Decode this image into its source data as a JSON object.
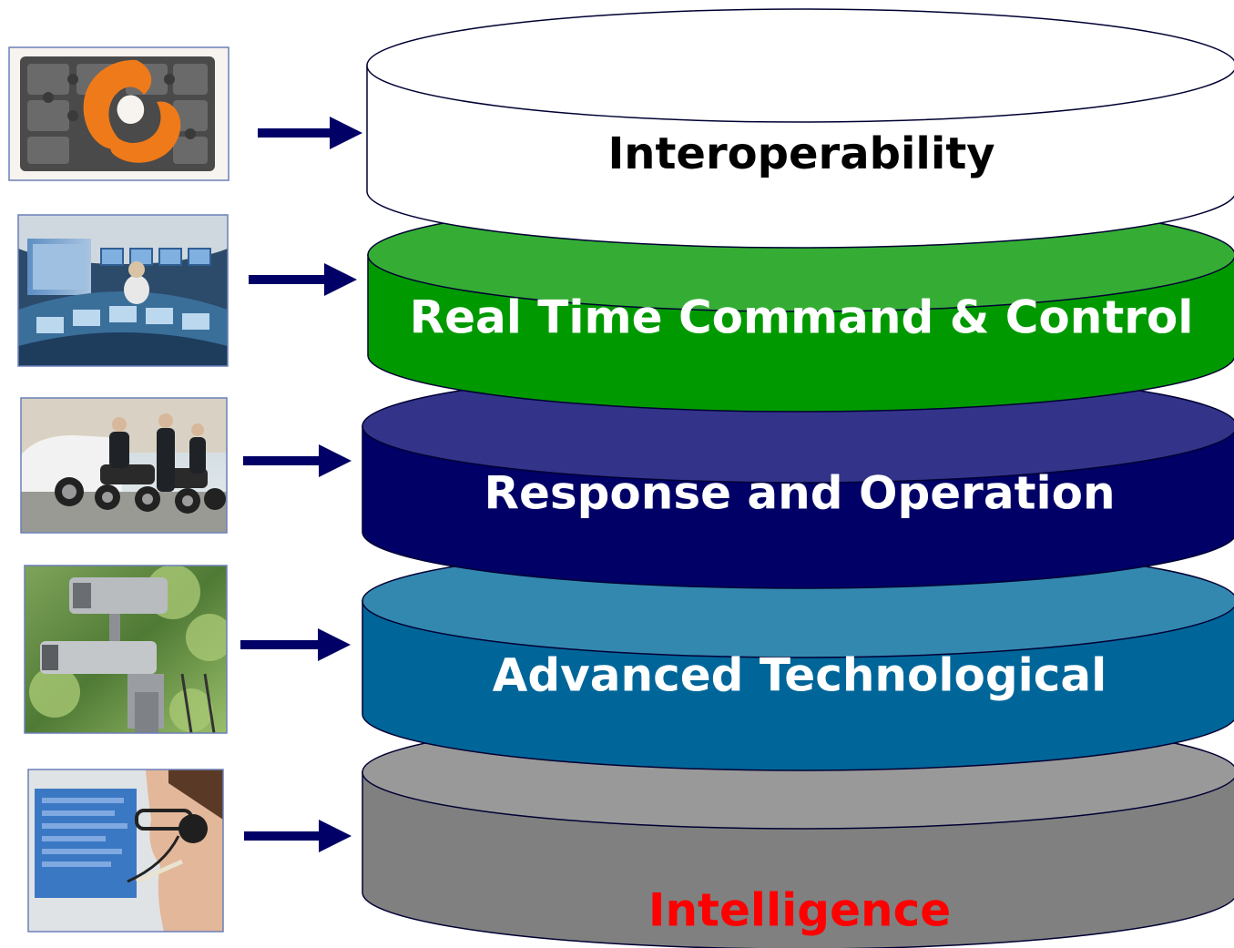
{
  "layers": [
    {
      "label": "Interoperability",
      "top_color": "#ffffff",
      "side_color": "#ffffff",
      "text_color": "#000000",
      "icon": "puzzle-icon"
    },
    {
      "label": "Real Time Command & Control",
      "top_color": "#35ad35",
      "side_color": "#009a00",
      "text_color": "#ffffff",
      "icon": "control-room-icon"
    },
    {
      "label": "Response  and Operation",
      "top_color": "#33338a",
      "side_color": "#000066",
      "text_color": "#ffffff",
      "icon": "motorcycle-patrol-icon"
    },
    {
      "label": "Advanced Technological",
      "top_color": "#3388b0",
      "side_color": "#006699",
      "text_color": "#ffffff",
      "icon": "surveillance-camera-icon"
    },
    {
      "label": "Intelligence",
      "top_color": "#999999",
      "side_color": "#808080",
      "text_color": "#ff0000",
      "icon": "analyst-headset-icon"
    }
  ],
  "arrow_color": "#000066",
  "outline_color": "#000033"
}
